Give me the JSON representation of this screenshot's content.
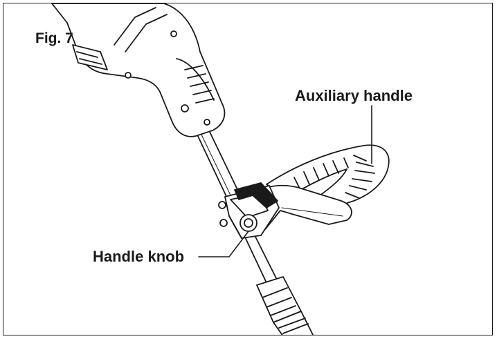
{
  "figure": {
    "label": "Fig. 7"
  },
  "callouts": {
    "auxiliary_handle": "Auxiliary handle",
    "handle_knob": "Handle knob"
  },
  "colors": {
    "line": "#1a1a1a",
    "fill": "#ffffff",
    "strap": "#1a1a1a"
  }
}
